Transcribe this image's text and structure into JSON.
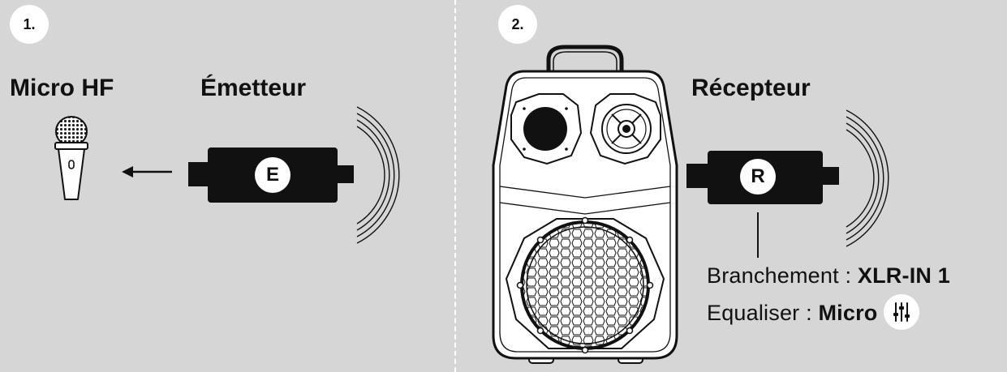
{
  "step1": {
    "number": "1.",
    "mic_label": "Micro HF",
    "transmitter_label": "Émetteur",
    "transmitter_letter": "E"
  },
  "step2": {
    "number": "2.",
    "receiver_label": "Récepteur",
    "receiver_letter": "R",
    "connection_prefix": "Branchement : ",
    "connection_value": "XLR-IN 1",
    "equalizer_prefix": "Equaliser : ",
    "equalizer_value": "Micro",
    "equalizer_icon": "equalizer-sliders-icon"
  },
  "colors": {
    "background": "#d6d6d6",
    "ink": "#111111",
    "white": "#ffffff"
  }
}
